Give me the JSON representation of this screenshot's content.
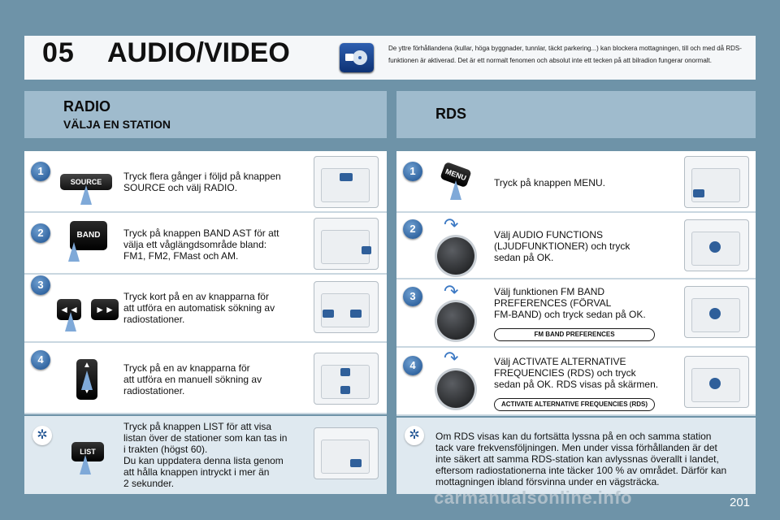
{
  "header": {
    "chapter_number": "05",
    "chapter_title": "AUDIO/VIDEO",
    "intro_text": "De yttre förhållandena (kullar, höga byggnader, tunnlar, täckt parkering...) kan blockera mottagningen, till och med då RDS-funktionen är aktiverad. Det är ett normalt fenomen och absolut inte ett tecken på att bilradion fungerar onormalt."
  },
  "left": {
    "title": "RADIO",
    "subtitle": "VÄLJA EN STATION",
    "steps": [
      {
        "number": "1",
        "button_label": "SOURCE",
        "text": "Tryck flera gånger i följd på knappen\nSOURCE och välj RADIO."
      },
      {
        "number": "2",
        "button_label": "BAND",
        "text": "Tryck på knappen BAND AST för att\nvälja ett våglängdsområde bland:\nFM1, FM2, FMast och AM."
      },
      {
        "number": "3",
        "text": "Tryck kort på en av knapparna för\natt utföra en automatisk sökning av\nradiostationer."
      },
      {
        "number": "4",
        "text": "Tryck på en av knapparna för\natt utföra en manuell sökning av\nradiostationer."
      }
    ],
    "tip": {
      "button_label": "LIST",
      "text": "Tryck på knappen LIST för att visa\nlistan över de stationer som kan tas in\ni trakten (högst 60).\nDu kan uppdatera denna lista genom\natt hålla knappen intryckt i mer än\n2 sekunder."
    }
  },
  "right": {
    "title": "RDS",
    "steps": [
      {
        "number": "1",
        "button_label": "MENU",
        "text": "Tryck på knappen MENU."
      },
      {
        "number": "2",
        "text": "Välj AUDIO FUNCTIONS\n(LJUDFUNKTIONER) och tryck\nsedan på OK."
      },
      {
        "number": "3",
        "text": "Välj funktionen FM BAND\nPREFERENCES (FÖRVAL\nFM-BAND) och tryck sedan på OK.",
        "screen_label": "FM BAND PREFERENCES"
      },
      {
        "number": "4",
        "text": "Välj ACTIVATE ALTERNATIVE\nFREQUENCIES (RDS) och tryck\nsedan på OK. RDS visas på skärmen.",
        "screen_label": "ACTIVATE ALTERNATIVE FREQUENCIES (RDS)"
      }
    ],
    "tip": {
      "text": "Om RDS visas kan du fortsätta lyssna på en och samma station\ntack vare frekvensföljningen. Men under vissa förhållanden är det\ninte säkert att samma RDS-station kan avlyssnas överallt i landet,\neftersom radiostationerna inte täcker 100 % av området. Därför kan\nmottagningen ibland försvinna under en vägsträcka."
    }
  },
  "footer": {
    "page_number": "201",
    "watermark": "carmanualsonline.info"
  },
  "colors": {
    "page_background": "#6e93a8",
    "banner": "#9fbbcd",
    "step_badge": "#1a4f8f"
  }
}
